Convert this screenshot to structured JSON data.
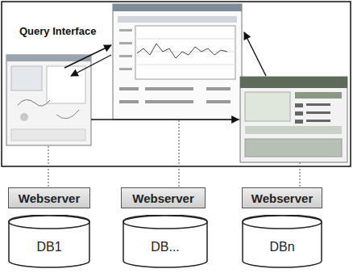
{
  "diagram": {
    "nodes": [
      {
        "text": [
          "Webserver"
        ]
      },
      {
        "text": [
          "Webserver"
        ]
      },
      {
        "text": [
          "Webserver"
        ]
      },
      {
        "text": [
          "DB1"
        ]
      },
      {
        "text": [
          "DB..."
        ]
      },
      {
        "text": [
          "DBn"
        ]
      }
    ],
    "labels": [
      "Query Interface"
    ]
  }
}
